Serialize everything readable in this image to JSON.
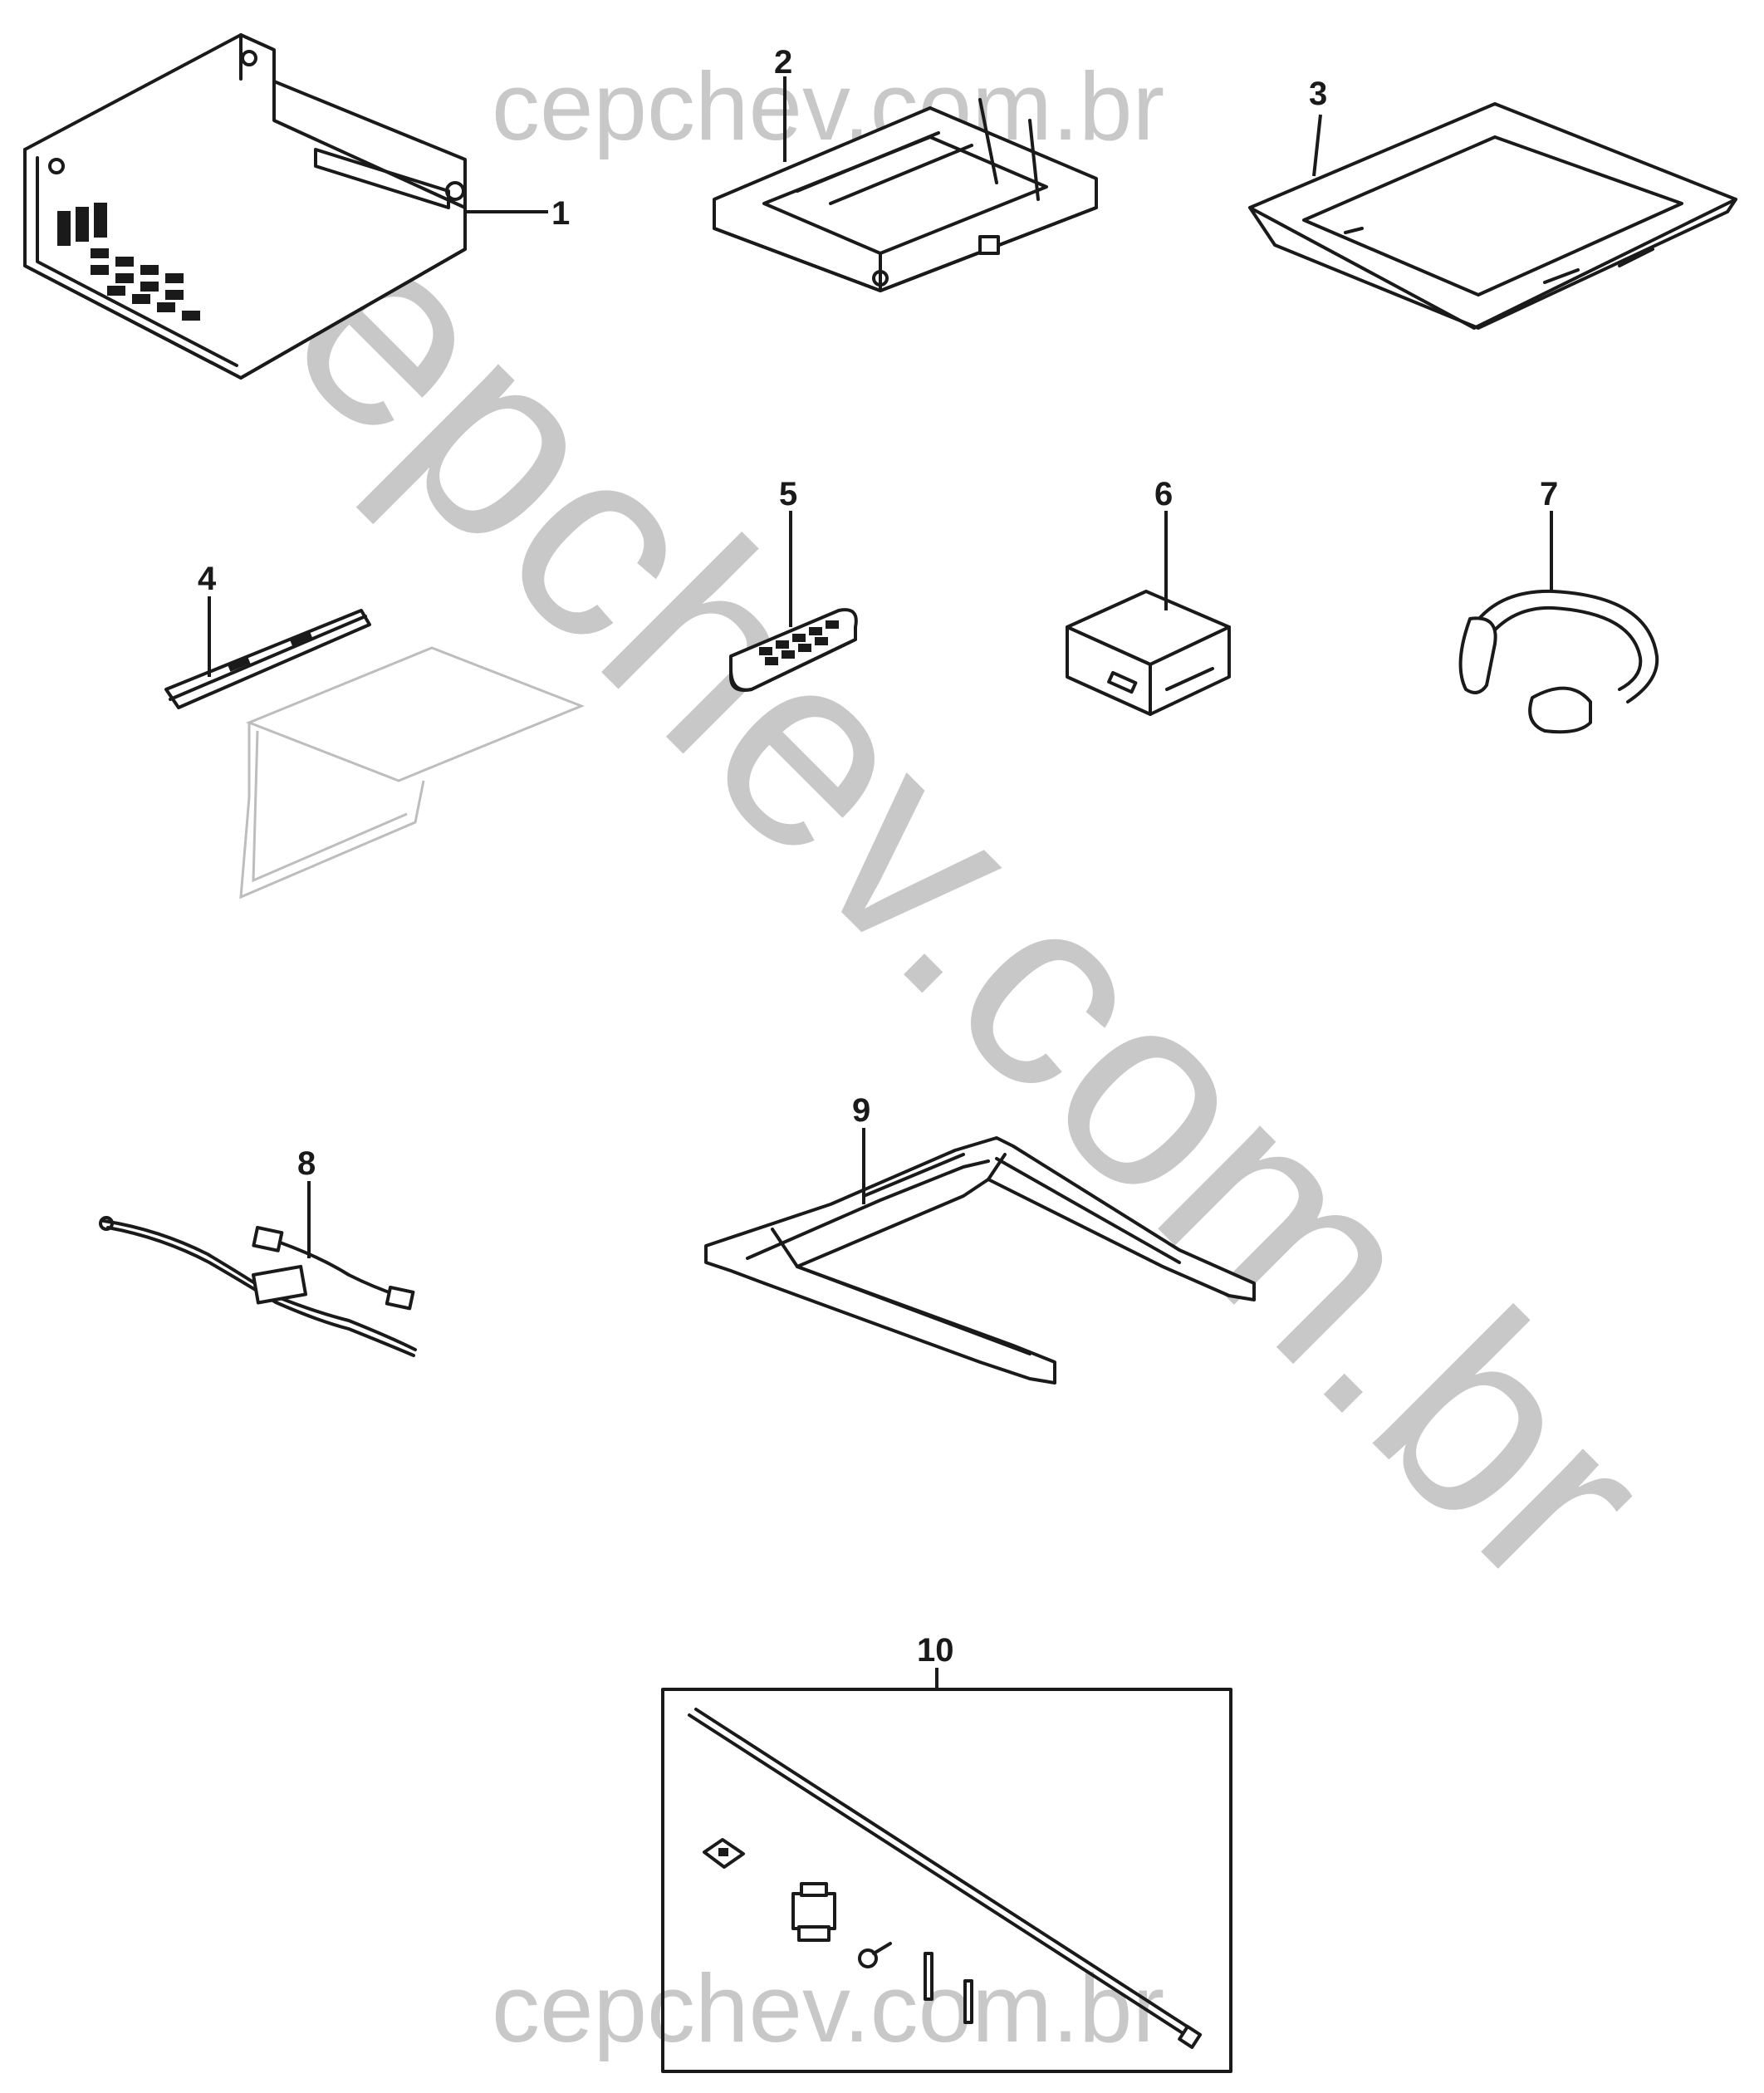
{
  "watermark": {
    "top": "cepchev.com.br",
    "diagonal": "cepchev.com.br",
    "bottom": "cepchev.com.br",
    "color": "#c8c8c8"
  },
  "callouts": [
    {
      "id": "1",
      "label": "1"
    },
    {
      "id": "2",
      "label": "2"
    },
    {
      "id": "3",
      "label": "3"
    },
    {
      "id": "4",
      "label": "4"
    },
    {
      "id": "5",
      "label": "5"
    },
    {
      "id": "6",
      "label": "6"
    },
    {
      "id": "7",
      "label": "7"
    },
    {
      "id": "8",
      "label": "8"
    },
    {
      "id": "9",
      "label": "9"
    },
    {
      "id": "10",
      "label": "10"
    }
  ],
  "line_color": "#1a1a1a"
}
